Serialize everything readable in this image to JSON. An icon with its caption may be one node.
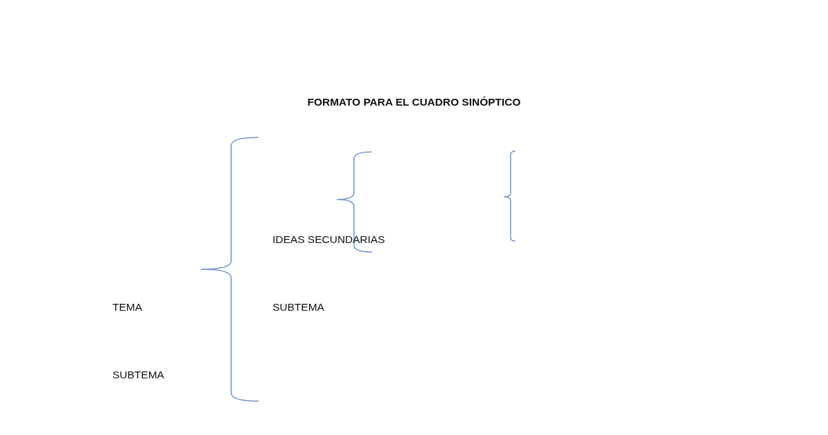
{
  "diagram": {
    "title": "FORMATO PARA EL CUADRO SINÓPTICO",
    "labels": [
      "IDEAS SECUNDARIAS",
      "TEMA",
      "SUBTEMA",
      "SUBTEMA"
    ]
  }
}
